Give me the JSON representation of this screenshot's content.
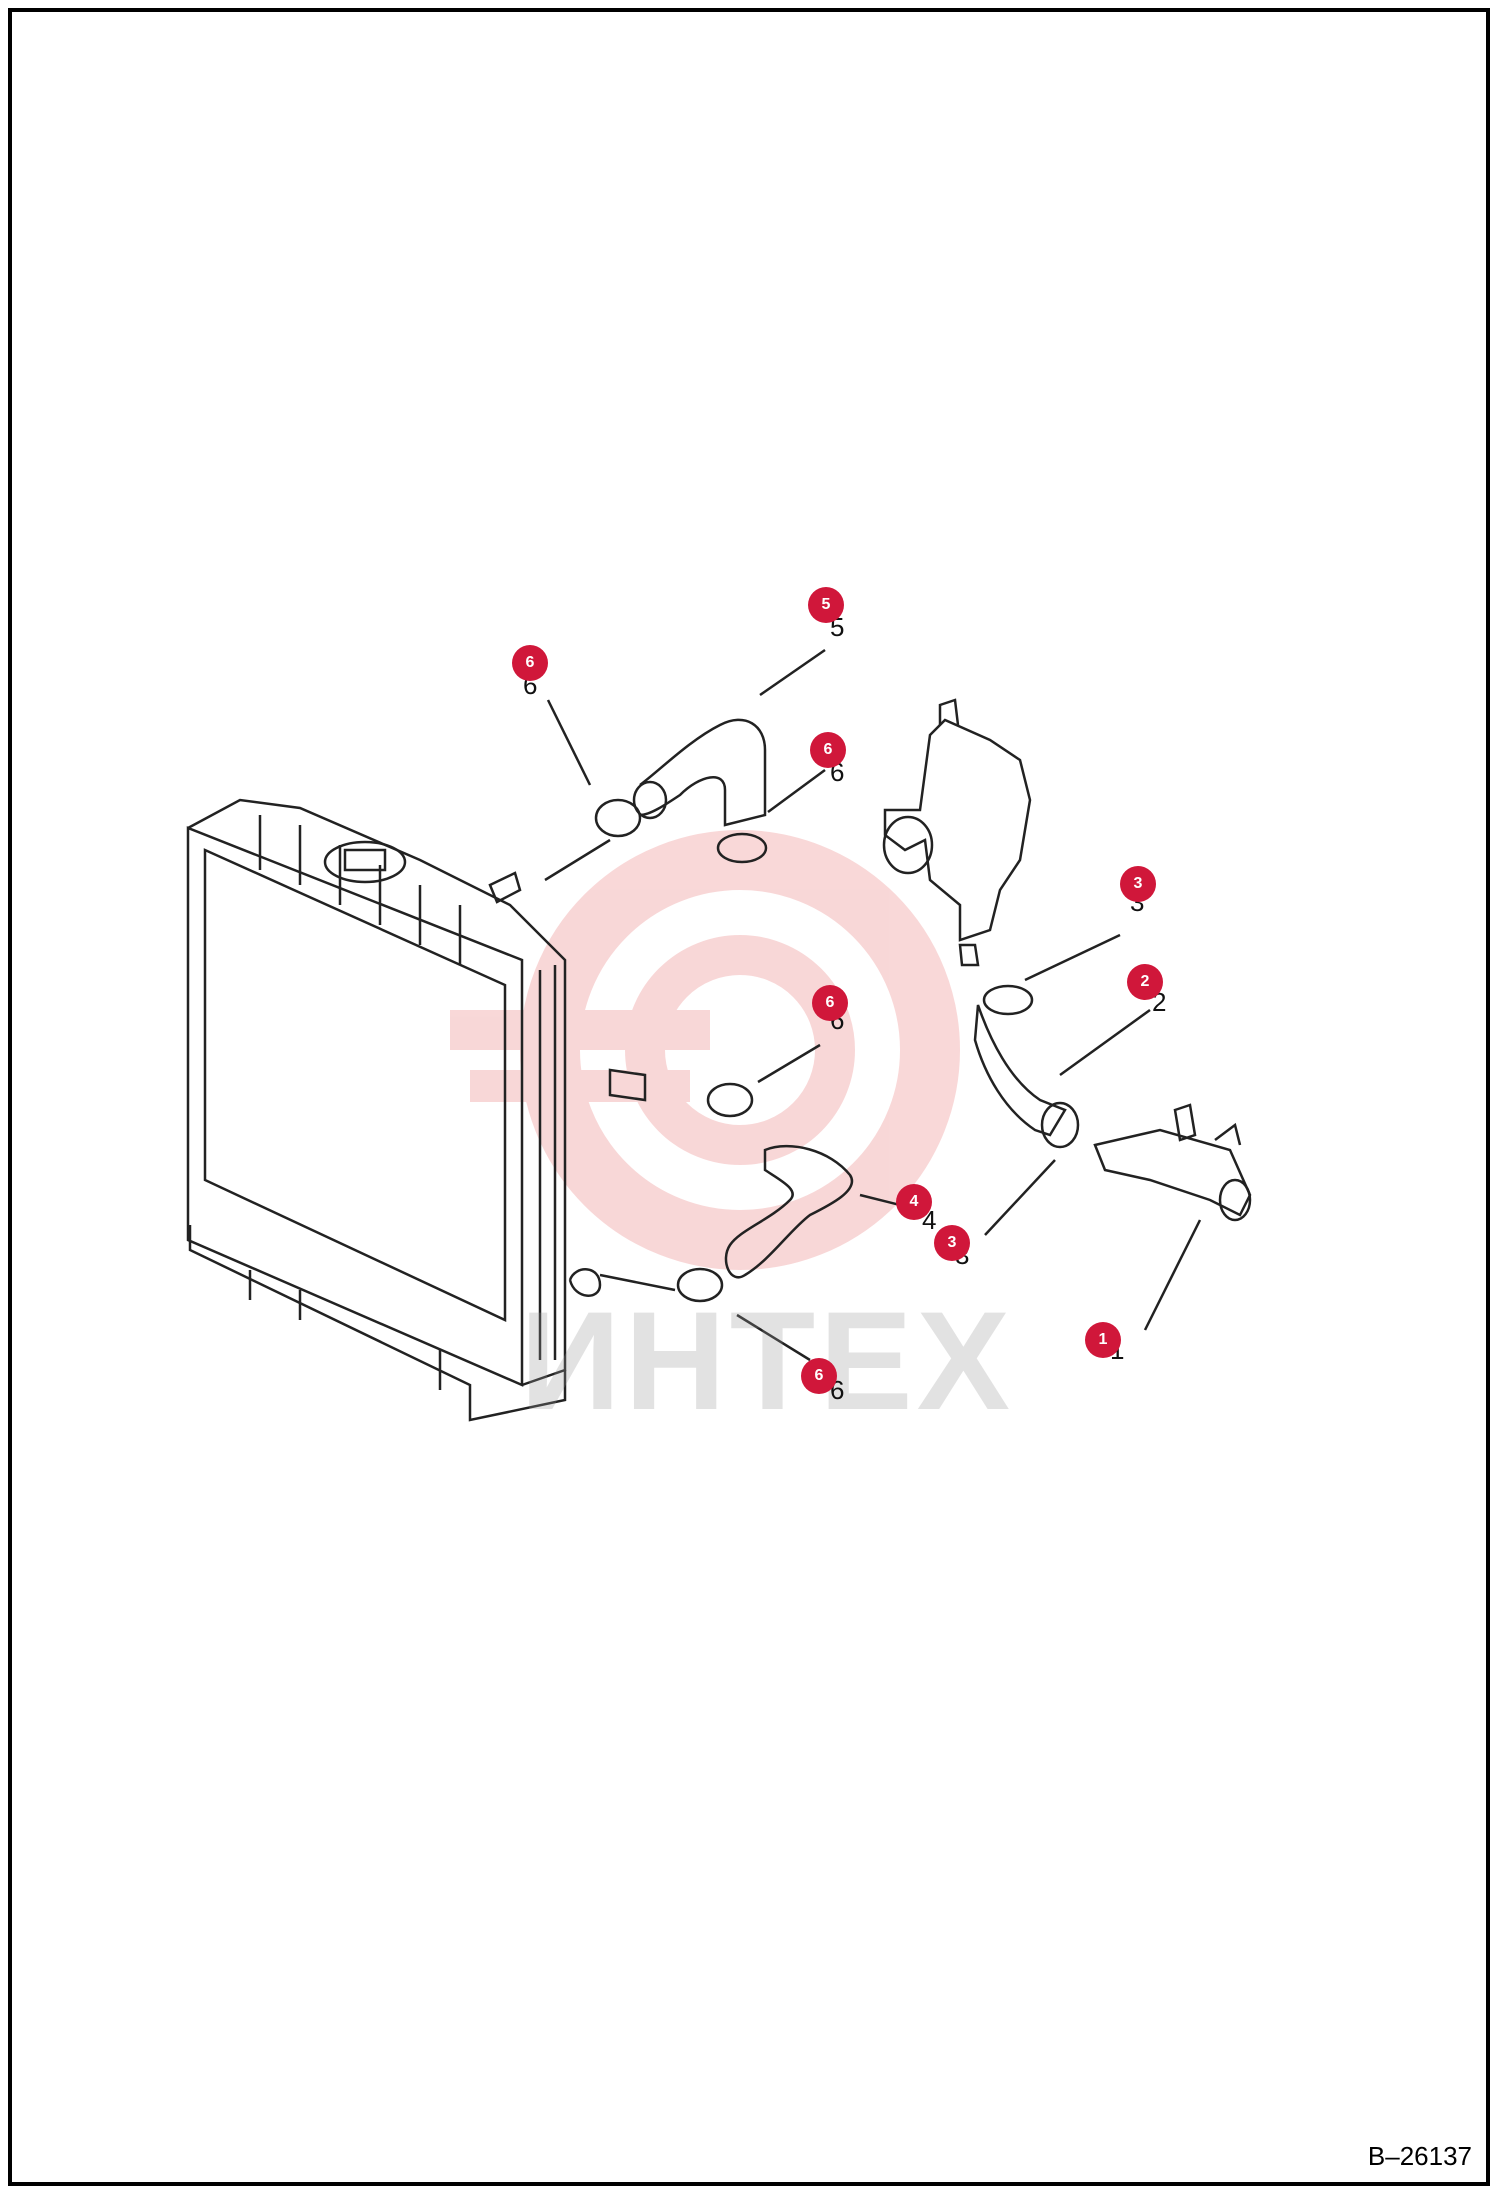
{
  "drawing_code": "B–26137",
  "watermark": "ИНТЕХ",
  "colors": {
    "callout": "#d0173a",
    "line": "#222222",
    "logo": "#f4b8b8"
  },
  "callouts": [
    {
      "id": "c1",
      "label": "1"
    },
    {
      "id": "c2",
      "label": "2"
    },
    {
      "id": "c3a",
      "label": "3"
    },
    {
      "id": "c3b",
      "label": "3"
    },
    {
      "id": "c4",
      "label": "4"
    },
    {
      "id": "c5",
      "label": "5"
    },
    {
      "id": "c6a",
      "label": "6"
    },
    {
      "id": "c6b",
      "label": "6"
    },
    {
      "id": "c6c",
      "label": "6"
    },
    {
      "id": "c6d",
      "label": "6"
    }
  ],
  "part_numbers": [
    {
      "id": "d1",
      "label": "1"
    },
    {
      "id": "d2",
      "label": "2"
    },
    {
      "id": "d3a",
      "label": "3"
    },
    {
      "id": "d3b",
      "label": "3"
    },
    {
      "id": "d4",
      "label": "4"
    },
    {
      "id": "d5",
      "label": "5"
    },
    {
      "id": "d6a",
      "label": "6"
    },
    {
      "id": "d6b",
      "label": "6"
    },
    {
      "id": "d6c",
      "label": "6"
    },
    {
      "id": "d6d",
      "label": "6"
    }
  ]
}
